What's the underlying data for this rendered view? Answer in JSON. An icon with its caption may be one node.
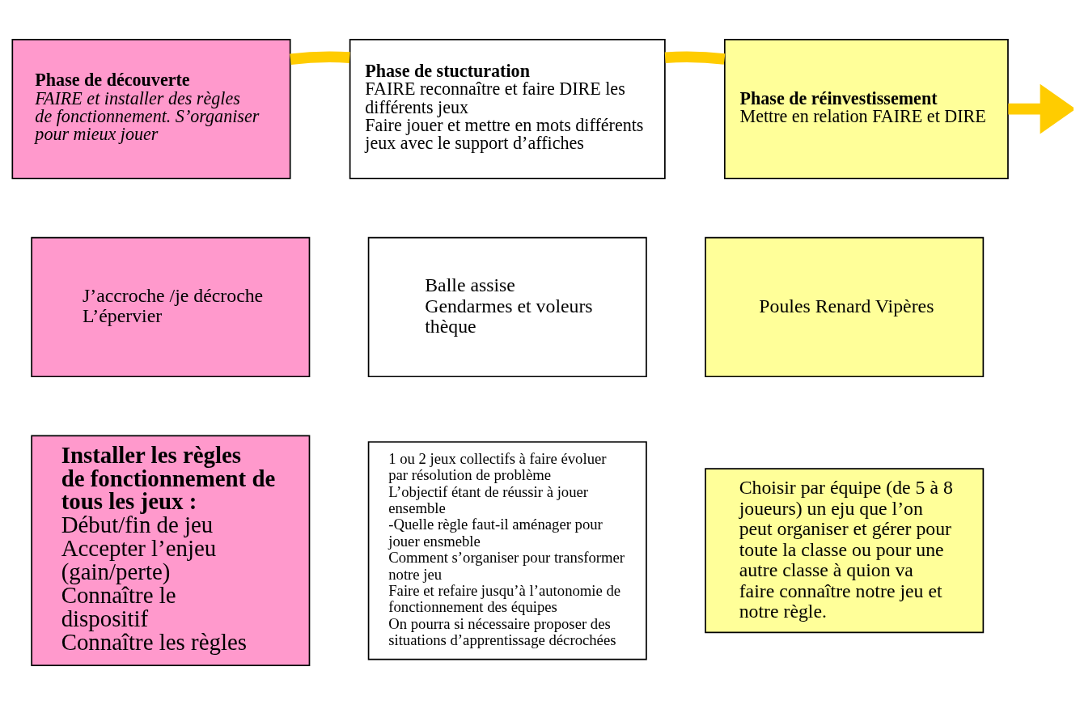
{
  "diagram": {
    "nodes": [
      {
        "text": [
          "Phase de découverte",
          "FAIRE et installer des règles de fonctionnement. S’organiser pour mieux jouer"
        ]
      },
      {
        "text": [
          "Phase de stucturation",
          "FAIRE reconnaître et faire DIRE les différents jeux",
          "Faire jouer et mettre en mots différents jeux avec le support d’affiches"
        ]
      },
      {
        "text": [
          "Phase de réinvestissement",
          "Mettre en relation FAIRE et DIRE"
        ]
      },
      {
        "text": [
          "J’accroche /je décroche",
          "L’épervier"
        ]
      },
      {
        "text": [
          "Balle assise",
          "Gendarmes et voleurs",
          "thèque"
        ]
      },
      {
        "text": [
          "Poules Renard Vipères"
        ]
      },
      {
        "text": [
          "Installer les règles de fonctionnement de tous les jeux :",
          "Début/fin de jeu",
          "Accepter l’enjeu (gain/perte)",
          "Connaître le dispositif",
          "Connaître les règles"
        ]
      },
      {
        "text": [
          "1 ou 2 jeux collectifs à faire évoluer par résolution de problème",
          "L’objectif étant de réussir à jouer ensemble",
          "-Quelle règle faut-il aménager pour jouer ensmeble",
          "Comment s’organiser pour transformer notre jeu",
          "Faire et refaire jusqu’à l’autonomie de fonctionnement des équipes",
          "On pourra si nécessaire proposer des situations d’apprentissage décrochées"
        ]
      },
      {
        "text": [
          "Choisir par équipe (de 5 à 8 joueurs) un eju que l’on peut organiser et gérer pour toute la classe ou pour une autre classe à quion va faire connaître notre jeu et notre règle."
        ]
      }
    ],
    "edges": [
      {
        "from": 0,
        "to": 1,
        "arrow": "none",
        "color": "#ffcc00"
      },
      {
        "from": 1,
        "to": 2,
        "arrow": "none",
        "color": "#ffcc00"
      },
      {
        "from": 2,
        "to": null,
        "arrow": "to",
        "color": "#ffcc00"
      }
    ]
  }
}
